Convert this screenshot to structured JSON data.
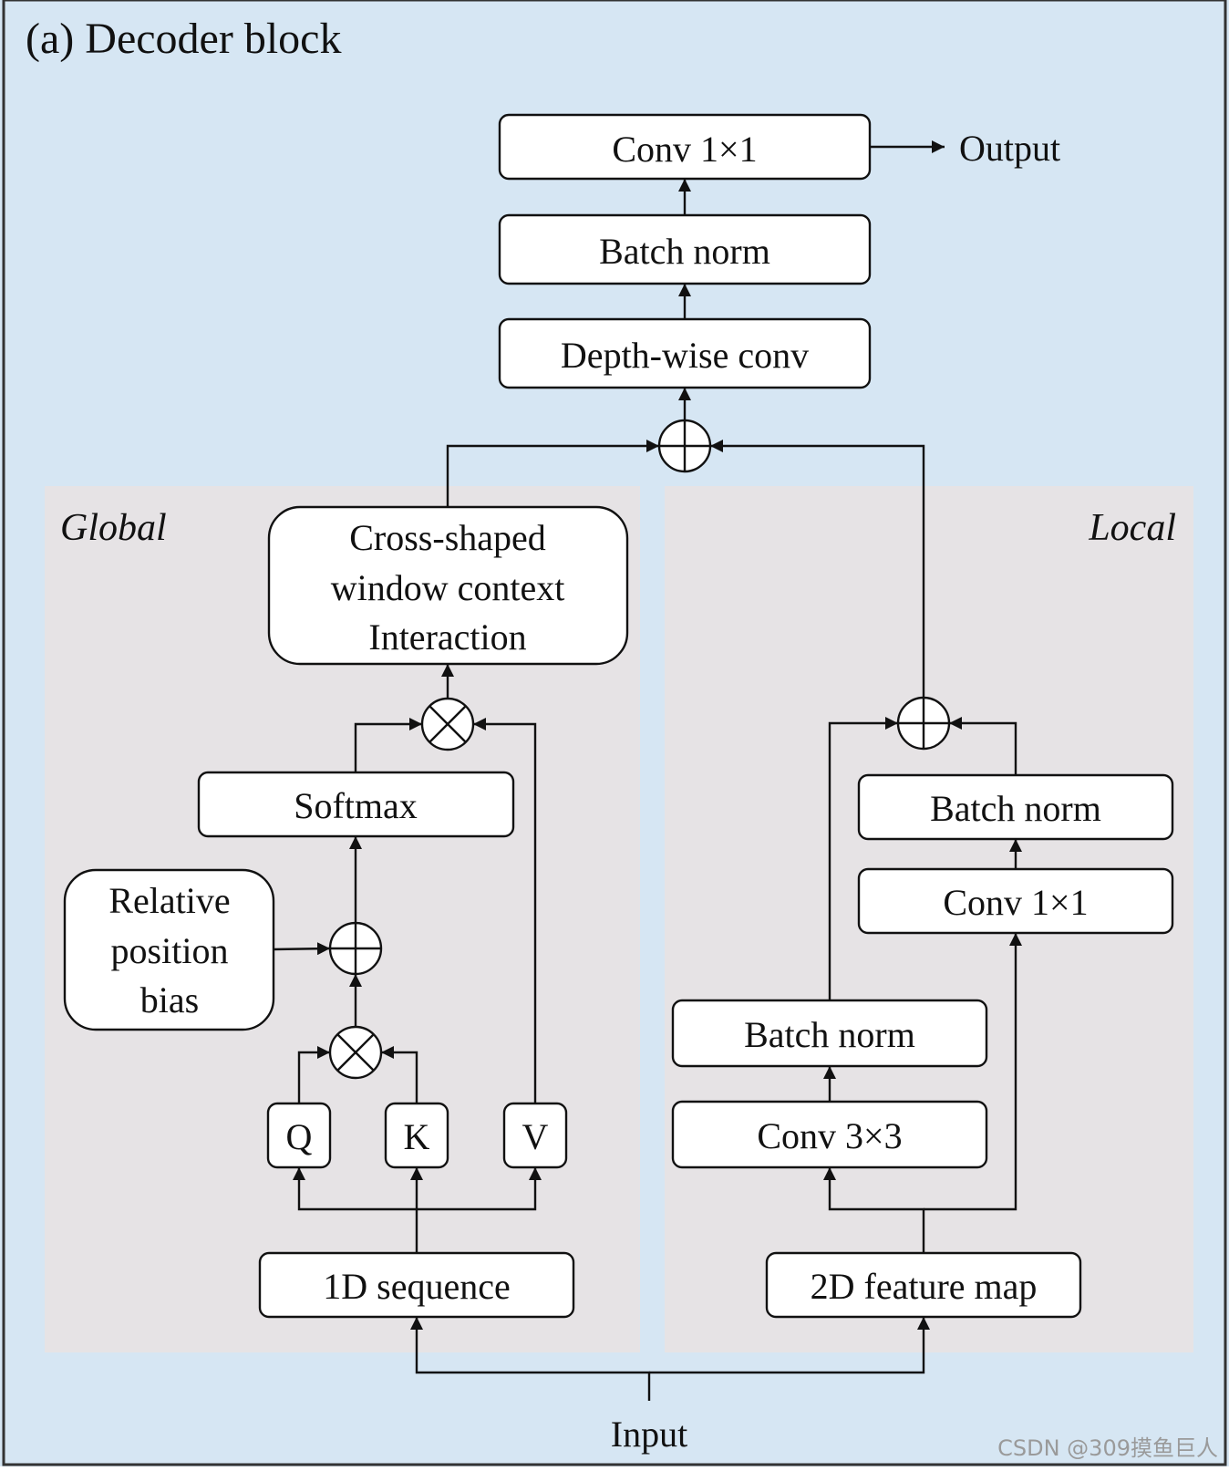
{
  "title": "(a) Decoder block",
  "colors": {
    "background": "#d6e6f3",
    "panel": "#e6e3e5",
    "stroke": "#111111",
    "box": "#ffffff"
  },
  "global": {
    "label": "Global",
    "cross_shaped": [
      "Cross-shaped",
      "window context",
      "Interaction"
    ],
    "softmax": "Softmax",
    "relative_bias": [
      "Relative",
      "position",
      "bias"
    ],
    "q": "Q",
    "k": "K",
    "v": "V",
    "sequence": "1D sequence"
  },
  "local": {
    "label": "Local",
    "batch_norm_right": "Batch norm",
    "conv1x1": "Conv 1×1",
    "batch_norm_left": "Batch norm",
    "conv3x3": "Conv 3×3",
    "feature_map": "2D feature map"
  },
  "top": {
    "conv1x1": "Conv 1×1",
    "batch_norm": "Batch norm",
    "depthwise": "Depth-wise conv",
    "output": "Output"
  },
  "input": "Input",
  "watermark": "CSDN @309摸鱼巨人"
}
